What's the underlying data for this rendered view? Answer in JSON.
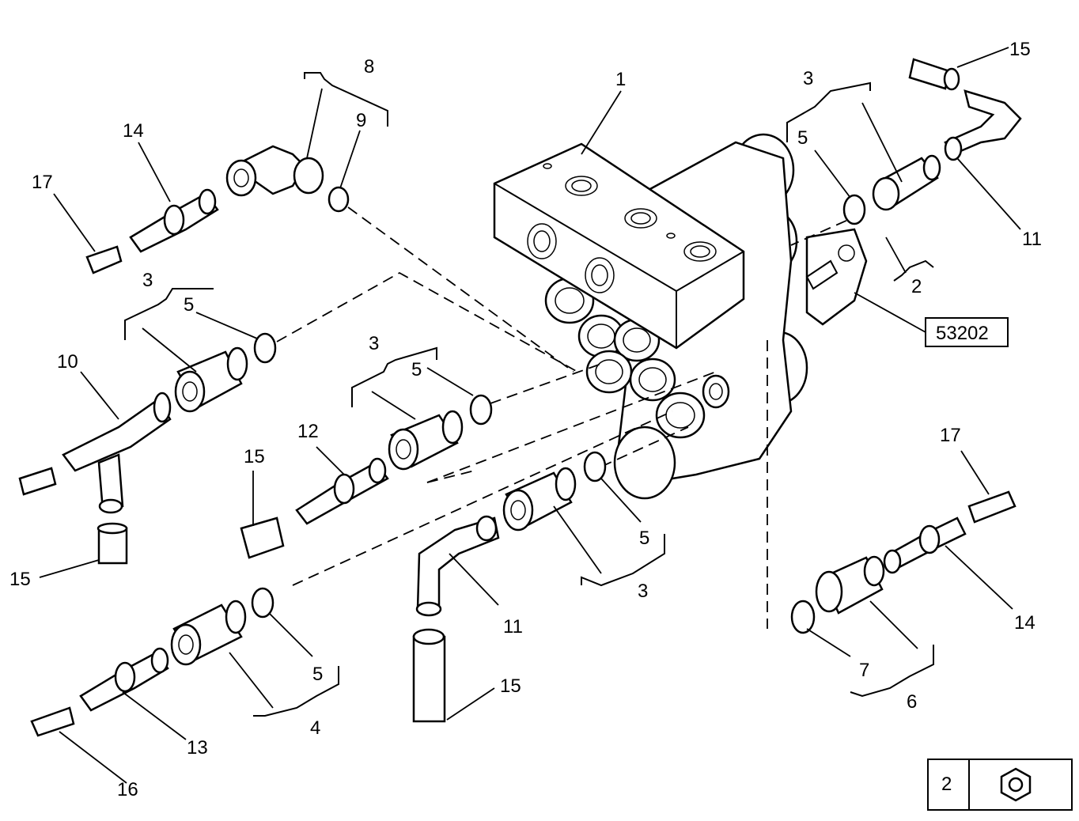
{
  "diagram": {
    "callouts": {
      "c1": "1",
      "c2": "2",
      "c3a": "3",
      "c3b": "3",
      "c3c": "3",
      "c3d": "3",
      "c4": "4",
      "c5a": "5",
      "c5b": "5",
      "c5c": "5",
      "c5d": "5",
      "c5e": "5",
      "c6": "6",
      "c7": "7",
      "c8": "8",
      "c9": "9",
      "c10": "10",
      "c11a": "11",
      "c11b": "11",
      "c12": "12",
      "c13": "13",
      "c14a": "14",
      "c14b": "14",
      "c15a": "15",
      "c15b": "15",
      "c15c": "15",
      "c15d": "15",
      "c16": "16",
      "c17a": "17",
      "c17b": "17"
    },
    "reference_box": "53202",
    "legend": {
      "number": "2",
      "icon": "hex-nut-icon"
    }
  }
}
